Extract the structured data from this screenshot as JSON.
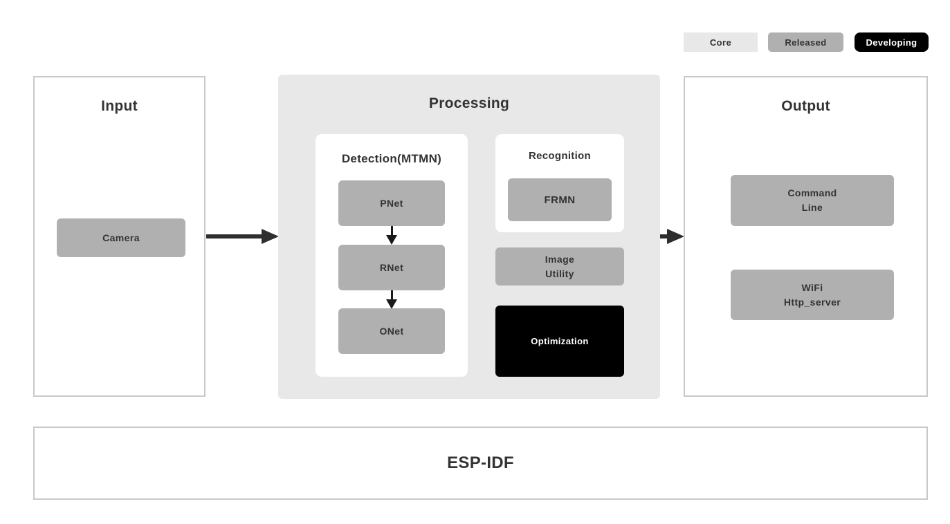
{
  "legend": {
    "core": "Core",
    "released": "Released",
    "developing": "Developing"
  },
  "input": {
    "title": "Input",
    "camera": "Camera"
  },
  "processing": {
    "title": "Processing",
    "detection": {
      "title": "Detection(MTMN)",
      "pnet": "PNet",
      "rnet": "RNet",
      "onet": "ONet"
    },
    "recognition": {
      "title": "Recognition",
      "frmn": "FRMN"
    },
    "image_utility": {
      "lines": [
        "Image",
        "Utility"
      ]
    },
    "optimization": "Optimization"
  },
  "output": {
    "title": "Output",
    "command_line": {
      "lines": [
        "Command",
        "Line"
      ]
    },
    "wifi_http_server": {
      "lines": [
        "WiFi",
        "Http_server"
      ]
    }
  },
  "foundation": {
    "title": "ESP-IDF"
  },
  "colors": {
    "coreBg": "#e8e8e8",
    "releasedBg": "#b0b0b0",
    "developingBg": "#000000",
    "textDark": "#333333",
    "borderGray": "#c9c9c9",
    "arrow": "#2e2e2e"
  }
}
